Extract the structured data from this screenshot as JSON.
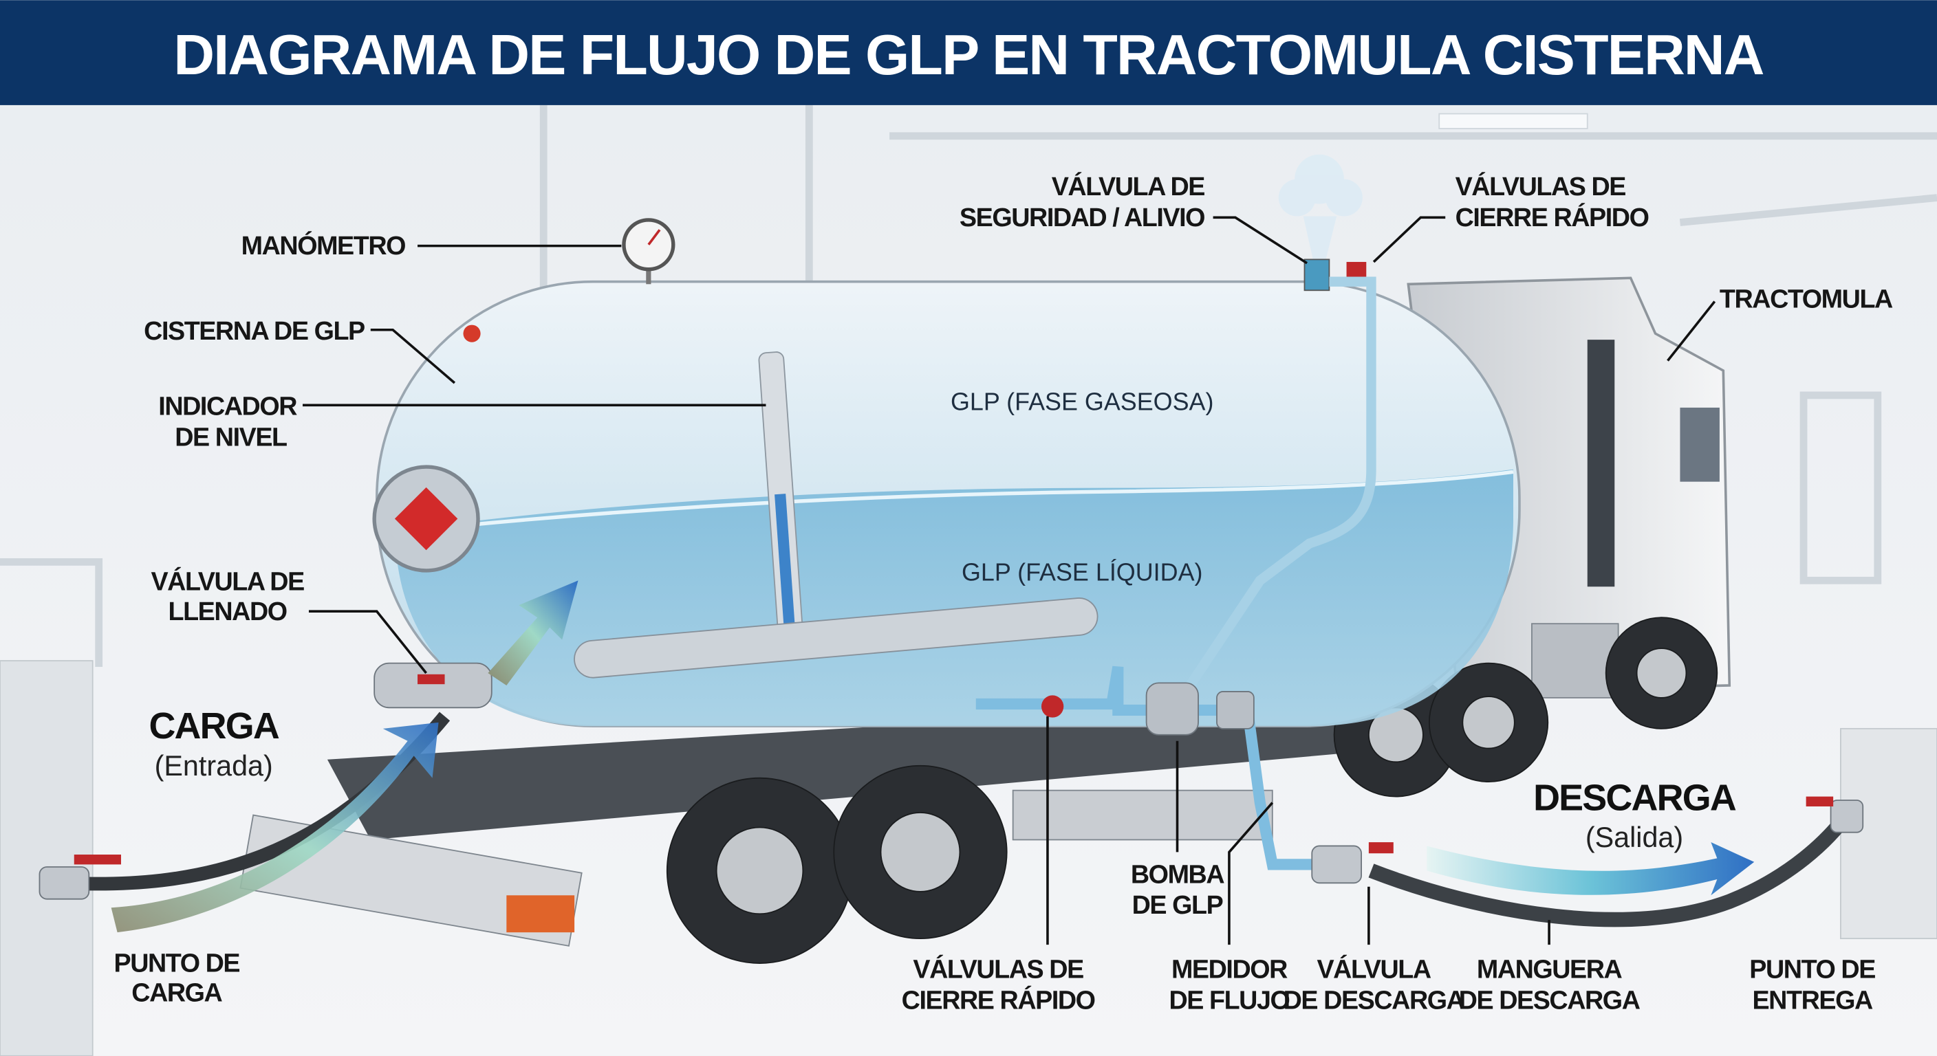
{
  "title": "DIAGRAMA DE FLUJO DE GLP EN TRACTOMULA CISTERNA",
  "colors": {
    "header": "#0c3466",
    "liquid": "#6fb3d6",
    "gas": "#cfe6f2",
    "valve": "#c0282a",
    "arrow_start": "#b8e0c8",
    "arrow_end": "#2f6fc4"
  },
  "labels": {
    "manometro": "MANÓMETRO",
    "cisterna": "CISTERNA DE GLP",
    "indicador": [
      "INDICADOR",
      "DE NIVEL"
    ],
    "valvula_llenado": [
      "VÁLVULA DE",
      "LLENADO"
    ],
    "valvula_seguridad": [
      "VÁLVULA DE",
      "SEGURIDAD / ALIVIO"
    ],
    "valvulas_cierre_top": [
      "VÁLVULAS DE",
      "CIERRE RÁPIDO"
    ],
    "tractomula": "TRACTOMULA",
    "fase_gaseosa": "GLP (FASE GASEOSA)",
    "fase_liquida": "GLP (FASE LÍQUIDA)",
    "bomba": [
      "BOMBA",
      "DE GLP"
    ],
    "valvulas_cierre_bottom": [
      "VÁLVULAS DE",
      "CIERRE RÁPIDO"
    ],
    "medidor": [
      "MEDIDOR",
      "DE FLUJO"
    ],
    "valvula_descarga": [
      "VÁLVULA",
      "DE DESCARGA"
    ],
    "manguera": [
      "MANGUERA",
      "DE DESCARGA"
    ],
    "punto_carga": [
      "PUNTO DE",
      "CARGA"
    ],
    "punto_entrega": [
      "PUNTO DE",
      "ENTREGA"
    ]
  },
  "flows": {
    "carga": {
      "title": "CARGA",
      "subtitle": "(Entrada)"
    },
    "descarga": {
      "title": "DESCARGA",
      "subtitle": "(Salida)"
    }
  }
}
